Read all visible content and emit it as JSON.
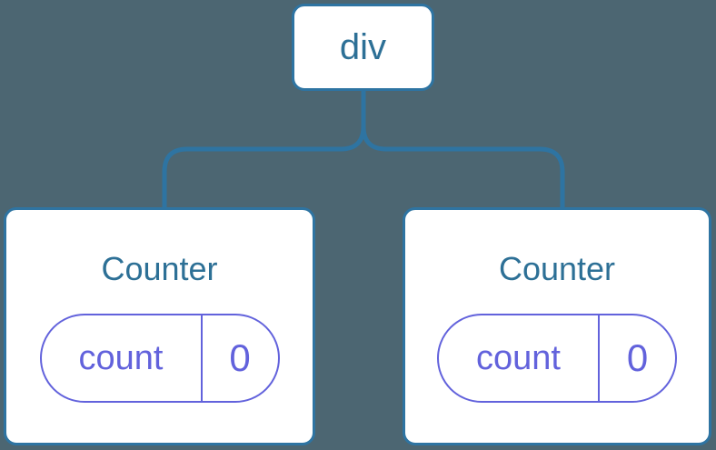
{
  "diagram": {
    "root": {
      "label": "div"
    },
    "children": [
      {
        "title": "Counter",
        "state": {
          "key": "count",
          "value": "0"
        }
      },
      {
        "title": "Counter",
        "state": {
          "key": "count",
          "value": "0"
        }
      }
    ]
  },
  "colors": {
    "background": "#4C6672",
    "connector_blue": "#2E74A2",
    "label_blue": "#2D7096",
    "card_background": "#FFFFFF",
    "state_purple": "#6262DC"
  }
}
